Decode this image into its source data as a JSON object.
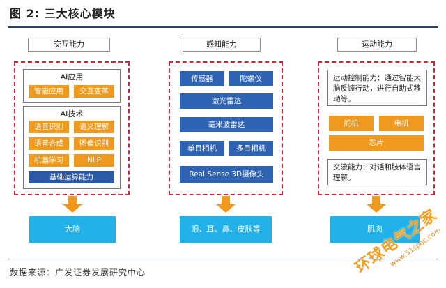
{
  "figure": {
    "title": "图 2:  三大核心模块",
    "source": "数据来源：广发证券发展研究中心"
  },
  "columns": {
    "interaction": {
      "header": "交互能力",
      "ai_app": {
        "title": "AI应用",
        "items": [
          "智能应用",
          "交互变革"
        ]
      },
      "ai_tech": {
        "title": "AI技术",
        "items": [
          "语音识别",
          "语义理解",
          "语音合成",
          "图像识别",
          "机器学习",
          "NLP"
        ],
        "base": "基础运算能力"
      },
      "output": "大脑"
    },
    "perception": {
      "header": "感知能力",
      "items": [
        "传感器",
        "陀螺仪",
        "激光雷达",
        "毫米波雷达",
        "单目相机",
        "多目相机",
        "Real Sense 3D摄像头"
      ],
      "output": "眼、耳、鼻、皮肤等"
    },
    "motion": {
      "header": "运动能力",
      "control_note": "运动控制能力：通过智能大脑反馈行动，进行自助式移动等。",
      "items": [
        "舵机",
        "电机",
        "芯片"
      ],
      "comm_note": "交流能力：对话和肢体语言理解。",
      "output": "肌肉"
    }
  },
  "watermark": {
    "text": "环球电气之家",
    "url": "www.51spec.com"
  },
  "colors": {
    "orange": "#ef9a1f",
    "blue": "#2d5aa6",
    "cyan": "#22b1e8",
    "dashed_red": "#c3283b"
  }
}
